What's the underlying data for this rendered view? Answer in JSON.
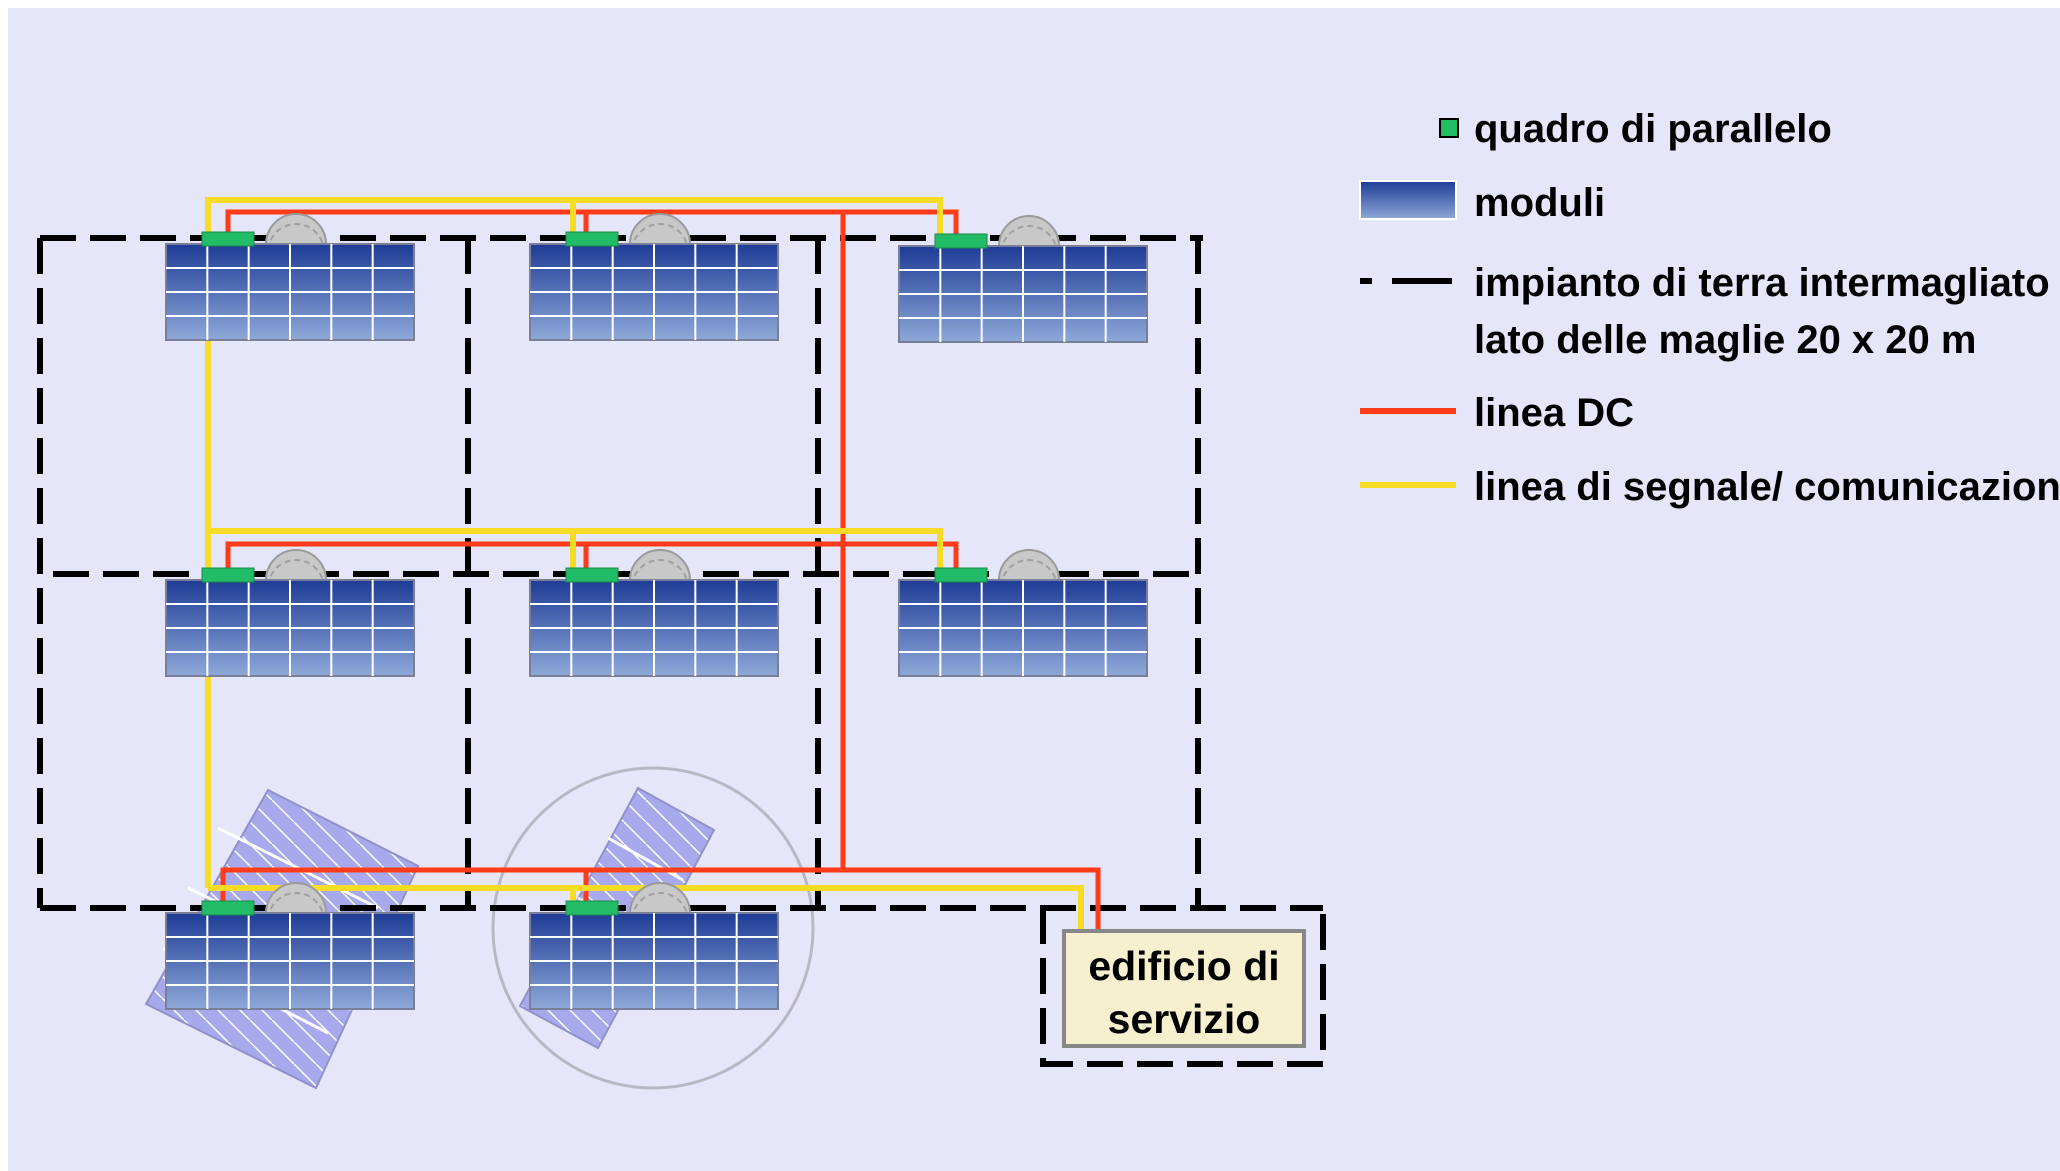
{
  "legend": {
    "items": [
      {
        "key": "parallel-box",
        "label": "quadro di parallelo"
      },
      {
        "key": "modules",
        "label": "moduli"
      },
      {
        "key": "earth-grid",
        "label": "impianto di terra intermagliato",
        "label2": "lato delle maglie 20 x 20 m"
      },
      {
        "key": "dc-line",
        "label": "linea DC"
      },
      {
        "key": "signal-line",
        "label": "linea di segnale/ comunicazione"
      }
    ]
  },
  "building": {
    "line1": "edificio di",
    "line2": "servizio"
  },
  "colors": {
    "background": "#e6e6fa",
    "panel_top": "#1e3c96",
    "panel_bottom": "#8ea8d8",
    "parallel_box": "#22bb66",
    "dc_line": "#ff3b1a",
    "signal_line": "#f7dc27",
    "earth_grid": "#000000",
    "building_fill": "#f6f0cf"
  },
  "icons": {
    "parallel-box": "green-square-icon",
    "panel": "solar-panel-icon",
    "dome": "semicircle-dome-icon",
    "tracker-circle": "rotation-circle-icon"
  }
}
